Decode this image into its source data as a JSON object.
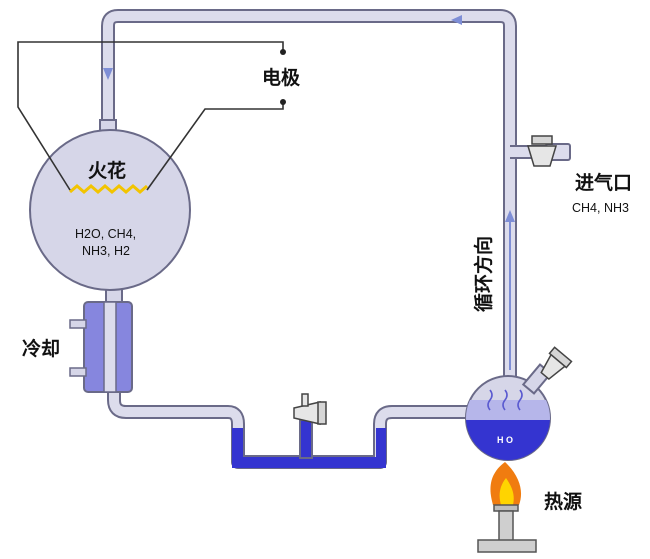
{
  "labels": {
    "electrode": "电极",
    "spark": "火花",
    "chamber_line1": "H2O, CH4,",
    "chamber_line2": "NH3, H2",
    "cooling": "冷却",
    "gas_inlet": "进气口",
    "gas_inlet_species": "CH4, NH3",
    "circulation_direction": "循环方向",
    "water": "H O",
    "heat_source": "热源"
  },
  "colors": {
    "tube": "#dcdcec",
    "tube_outline": "#6a6a88",
    "glass": "#d6d6e8",
    "liquid": "#3434d0",
    "liquid_light": "#9a9aea",
    "condenser_water": "#8686de",
    "flow_arrow": "#7e8ed6",
    "spark": "#f2c400",
    "wire": "#333333",
    "flame_outer": "#f07c10",
    "flame_inner": "#ffd400",
    "burner": "#cfcfcf"
  },
  "icons": {
    "spark": "zigzag-spark-icon",
    "flow": "arrow-icon",
    "valve": "stopcock-icon",
    "flame": "flame-icon"
  }
}
